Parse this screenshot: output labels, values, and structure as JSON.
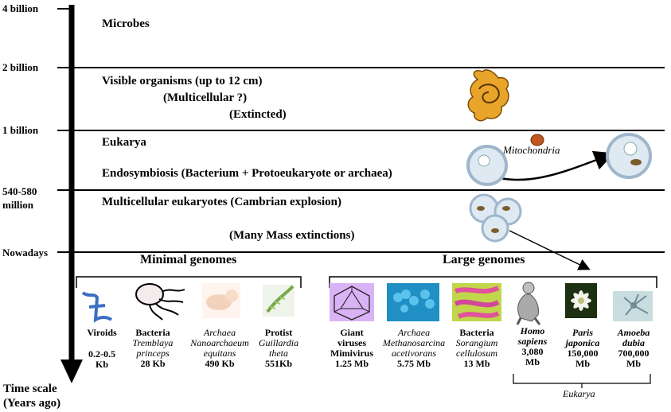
{
  "axis": {
    "ticks": [
      "4 billion",
      "2 billion",
      "1 billion",
      "540-580",
      "million",
      "Nowadays"
    ],
    "scale_title": [
      "Time scale",
      "(Years ago)"
    ]
  },
  "eras": {
    "microbes": "Microbes",
    "visible": "Visible organisms (up to 12 cm)",
    "multicellular_q": "(Multicellular ?)",
    "extincted": "(Extincted)",
    "eukarya": "Eukarya",
    "endosymbiosis": "Endosymbiosis (Bacterium + Protoeukaryote or archaea)",
    "mitochondria": "Mitochondria",
    "multicellular_euk": "Multicellular eukaryotes (Cambrian explosion)",
    "mass_extinctions": "(Many Mass extinctions)"
  },
  "groups": {
    "minimal": "Minimal genomes",
    "large": "Large genomes",
    "eukarya_label": "Eukarya"
  },
  "organisms": [
    {
      "name": "Viroids",
      "species": "",
      "species2": "",
      "size": "0.2-0.5",
      "size2": "Kb"
    },
    {
      "name": "Bacteria",
      "species": "Tremblaya",
      "species2": "princeps",
      "size": "28 Kb",
      "size2": ""
    },
    {
      "name": "",
      "species": "Archaea",
      "species2": "Nanoarchaeum",
      "species3": "equitans",
      "size": "490 Kb",
      "size2": ""
    },
    {
      "name": "Protist",
      "species": "Guillardia",
      "species2": "theta",
      "size": "551Kb",
      "size2": ""
    },
    {
      "name": "Giant",
      "name2": "viruses",
      "name3": "Mimivirus",
      "size": "1.25 Mb",
      "size2": ""
    },
    {
      "name": "",
      "species": "Archaea",
      "species2": "Methanosarcina",
      "species3": "acetivorans",
      "size": "5.75 Mb",
      "size2": ""
    },
    {
      "name": "Bacteria",
      "species": "Sorangium",
      "species2": "cellulosum",
      "size": "13 Mb",
      "size2": ""
    },
    {
      "name": "",
      "species": "Homo",
      "species2": "sapiens",
      "size": "3,080",
      "size2": "Mb"
    },
    {
      "name": "",
      "species": "Paris",
      "species2": "japonica",
      "size": "150,000",
      "size2": "Mb"
    },
    {
      "name": "",
      "species": "Amoeba",
      "species2": "dubia",
      "size": "700,000",
      "size2": "Mb"
    }
  ],
  "colors": {
    "cell_fill": "#dfe9f2",
    "cell_rim": "#9fb6cc",
    "fossil": "#e8a52a",
    "mito": "#c0561d",
    "virus_bg": "#d9b3f5",
    "archaea_bg": "#1f8fc4",
    "bacteria_bg": "#c1d64a",
    "flower_bg": "#1d3011",
    "amoeba_bg": "#c9dce0"
  }
}
